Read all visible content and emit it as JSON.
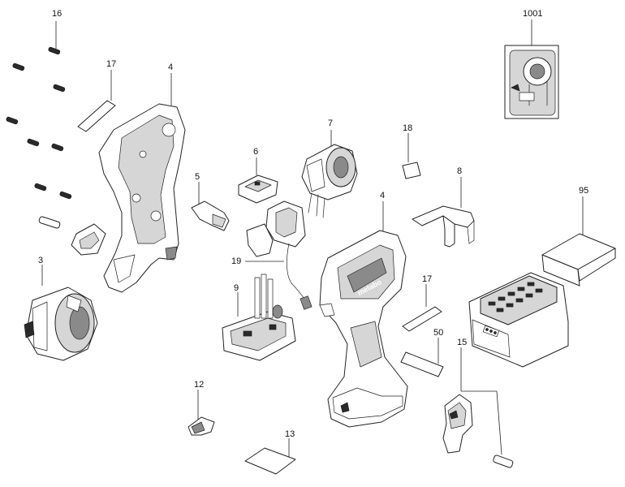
{
  "labels": {
    "p16": "16",
    "p17a": "17",
    "p4a": "4",
    "p1001": "1001",
    "p7": "7",
    "p18": "18",
    "p6": "6",
    "p5": "5",
    "p8": "8",
    "p4b": "4",
    "p95": "95",
    "p3": "3",
    "p19": "19",
    "p9": "9",
    "p17b": "17",
    "p50": "50",
    "p15": "15",
    "p12": "12",
    "p13": "13"
  },
  "brand": {
    "housing_logo": "metabo"
  }
}
